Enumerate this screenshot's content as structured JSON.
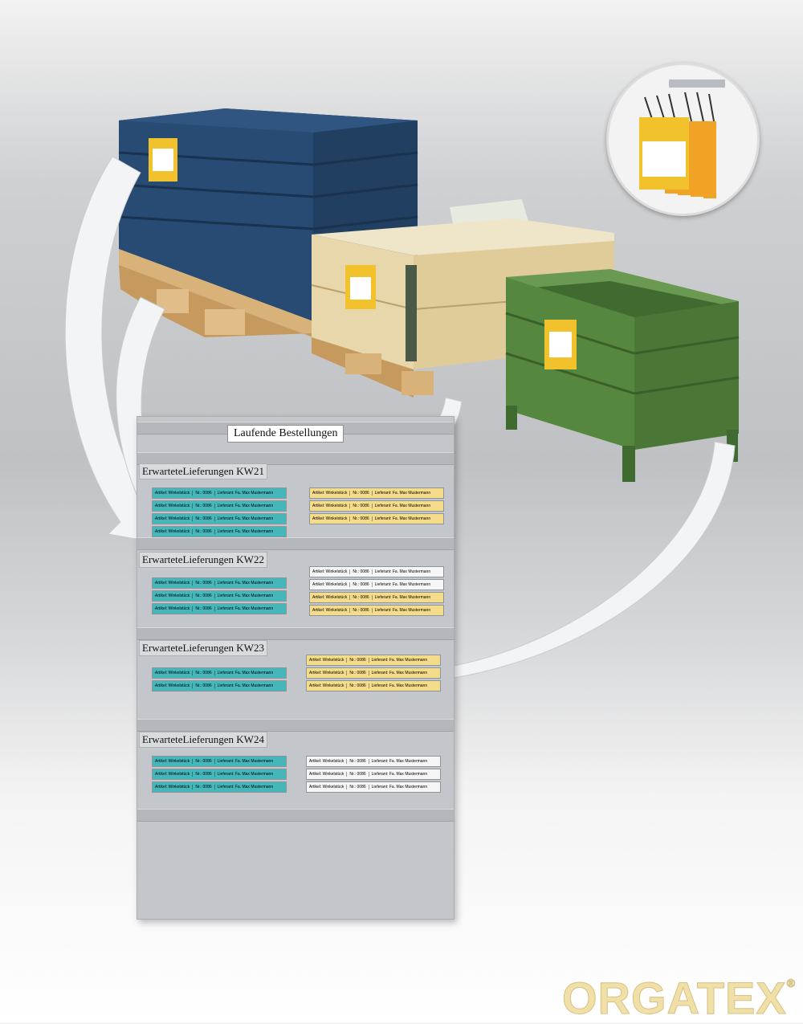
{
  "board": {
    "title": "Laufende Bestellungen",
    "sections": [
      {
        "title": "ErwarteteLieferungen KW21"
      },
      {
        "title": "ErwarteteLieferungen KW22"
      },
      {
        "title": "ErwarteteLieferungen KW23"
      },
      {
        "title": "ErwarteteLieferungen KW24"
      }
    ],
    "strip_texts": {
      "artikel": "Artikel: Winkelstück",
      "nr": "Nr.: 0086",
      "lieferant": "Lieferant: Fa. Max Mustermann"
    }
  },
  "brand": {
    "name": "ORGATEX",
    "mark": "®"
  },
  "colors": {
    "teal": "#45b6ba",
    "yellow": "#f4dc8a",
    "crate_blue": "#24466b",
    "container_green": "#4e7a3c",
    "wood": "#d7b47d"
  }
}
